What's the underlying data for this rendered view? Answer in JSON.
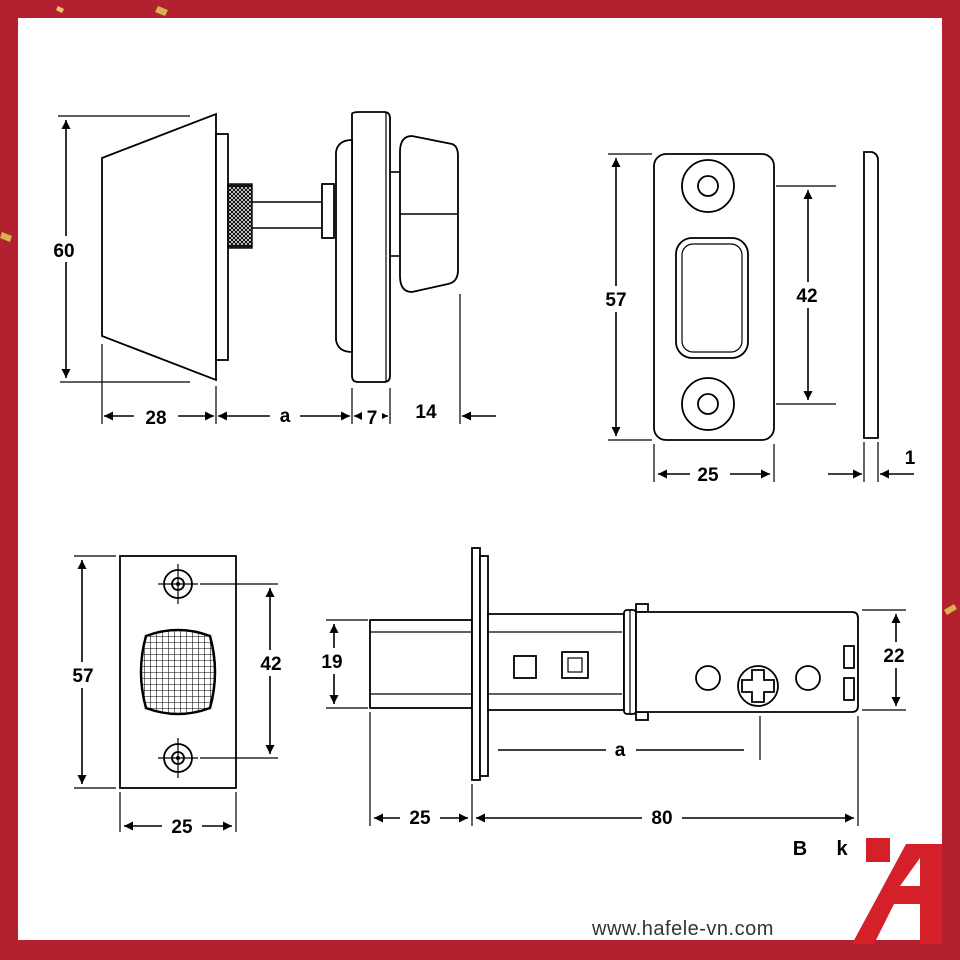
{
  "colors": {
    "frame": "#b3202f",
    "paper": "#ffffff",
    "line": "#000000",
    "logo": "#d42029"
  },
  "dims": {
    "d60": "60",
    "d28": "28",
    "da1": "a",
    "d7": "7",
    "d14": "14",
    "d57a": "57",
    "d42a": "42",
    "d25a": "25",
    "d1": "1",
    "d57b": "57",
    "d42b": "42",
    "d25b": "25",
    "d19": "19",
    "d22": "22",
    "da2": "a",
    "d25c": "25",
    "d80": "80"
  },
  "labels": {
    "b": "B",
    "k": "k"
  },
  "website": "www.hafele-vn.com",
  "icons": [
    "logo-a-icon",
    "confetti-icon"
  ]
}
